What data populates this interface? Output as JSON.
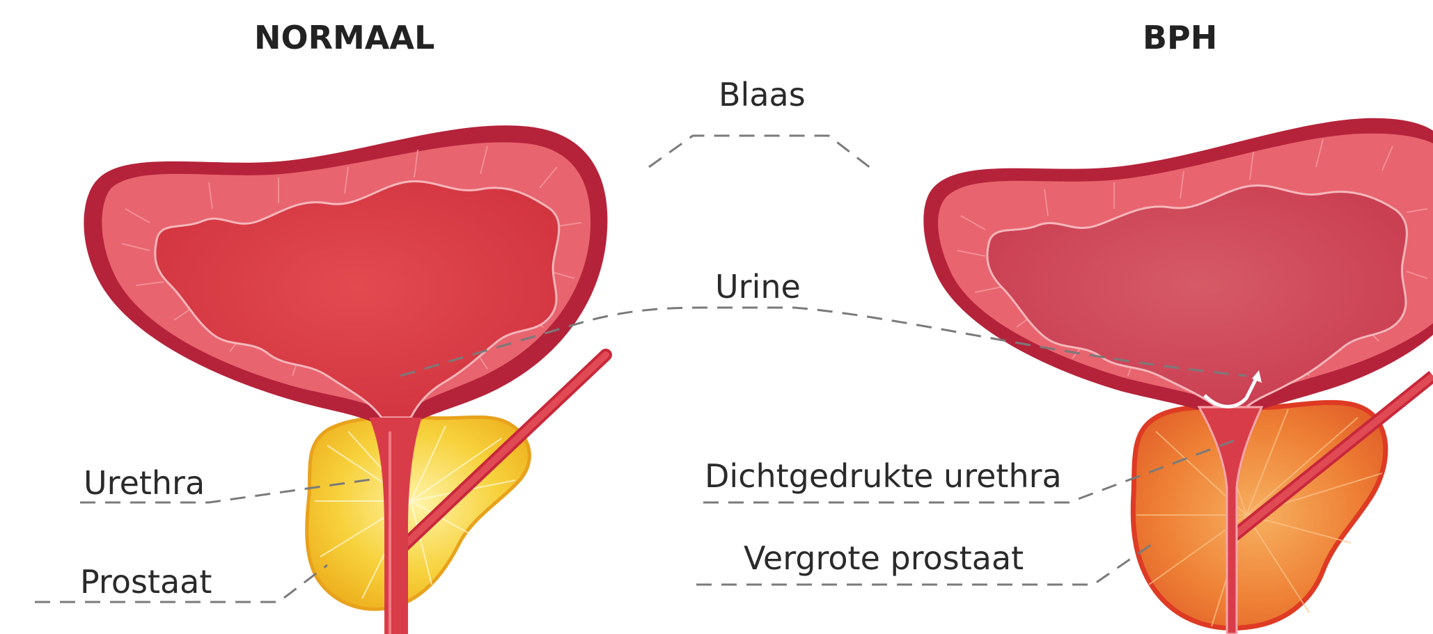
{
  "panels": {
    "normal": {
      "title": "NORMAAL"
    },
    "bph": {
      "title": "BPH"
    }
  },
  "labels": {
    "bladder": "Blaas",
    "urine": "Urine",
    "urethra": "Urethra",
    "prostate": "Prostaat",
    "compressed_urethra": "Dichtgedrukte urethra",
    "enlarged_prostate": "Vergrote prostaat"
  },
  "colors": {
    "bladder_outer": "#b5233a",
    "bladder_wall": "#e6606b",
    "bladder_inner": "#dc3c45",
    "normal_prostate": "#f5c935",
    "enlarged_prostate": "#ec7a2c",
    "urethra": "#d63b48"
  }
}
